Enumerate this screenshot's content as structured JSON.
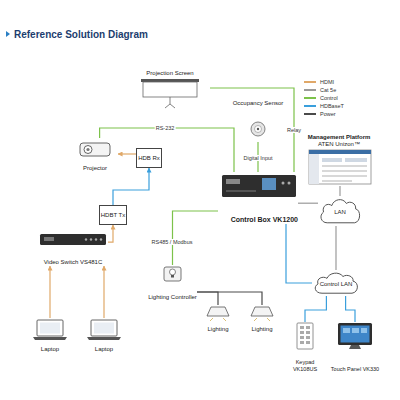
{
  "diagram": {
    "title": "Reference Solution Diagram",
    "nodes": [
      {
        "text": [
          "Projection Screen"
        ]
      },
      {
        "text": [
          "Occupancy Sensor"
        ]
      },
      {
        "text": [
          "Management Platform",
          "ATEN Unizon™"
        ]
      },
      {
        "text": [
          "Projector"
        ]
      },
      {
        "text": [
          "HDB Rx"
        ]
      },
      {
        "text": [
          "HDBT Tx"
        ]
      },
      {
        "text": [
          "Control Box VK1200"
        ]
      },
      {
        "text": [
          "LAN"
        ]
      },
      {
        "text": [
          "Video Switch VS481C"
        ]
      },
      {
        "text": [
          "Lighting Controller"
        ]
      },
      {
        "text": [
          "Control LAN"
        ]
      },
      {
        "text": [
          "Lighting"
        ]
      },
      {
        "text": [
          "Lighting"
        ]
      },
      {
        "text": [
          "Laptop"
        ]
      },
      {
        "text": [
          "Laptop"
        ]
      },
      {
        "text": [
          "Keypad VK108US"
        ]
      },
      {
        "text": [
          "Touch Panel VK330"
        ]
      }
    ],
    "edges": [
      {
        "from": 6,
        "to": 0,
        "label": "Relay",
        "arrow": "none"
      },
      {
        "from": 6,
        "to": 3,
        "label": "RS-232",
        "arrow": "none"
      },
      {
        "from": 1,
        "to": 6,
        "label": "Digital Input",
        "arrow": "none"
      },
      {
        "from": 6,
        "to": 7,
        "arrow": "none"
      },
      {
        "from": 7,
        "to": 2,
        "arrow": "none"
      },
      {
        "from": 4,
        "to": 3,
        "arrow": "to"
      },
      {
        "from": 5,
        "to": 4,
        "arrow": "to"
      },
      {
        "from": 8,
        "to": 5,
        "arrow": "to"
      },
      {
        "from": 13,
        "to": 8,
        "arrow": "to"
      },
      {
        "from": 14,
        "to": 8,
        "arrow": "to"
      },
      {
        "from": 6,
        "to": 9,
        "label": "RS485 / Modbus",
        "arrow": "none"
      },
      {
        "from": 9,
        "to": 11,
        "arrow": "none"
      },
      {
        "from": 9,
        "to": 12,
        "arrow": "none"
      },
      {
        "from": 6,
        "to": 10,
        "arrow": "none"
      },
      {
        "from": 10,
        "to": 7,
        "arrow": "none"
      },
      {
        "from": 10,
        "to": 15,
        "arrow": "none"
      },
      {
        "from": 10,
        "to": 16,
        "arrow": "none"
      }
    ],
    "legend": [
      {
        "text": "HDMI",
        "color": "#e0a868"
      },
      {
        "text": "Cat 5e",
        "color": "#9a9a9a"
      },
      {
        "text": "Control",
        "color": "#7cc24a"
      },
      {
        "text": "HDBaseT",
        "color": "#3a9fdc"
      },
      {
        "text": "Power",
        "color": "#4a4a4a"
      }
    ]
  }
}
